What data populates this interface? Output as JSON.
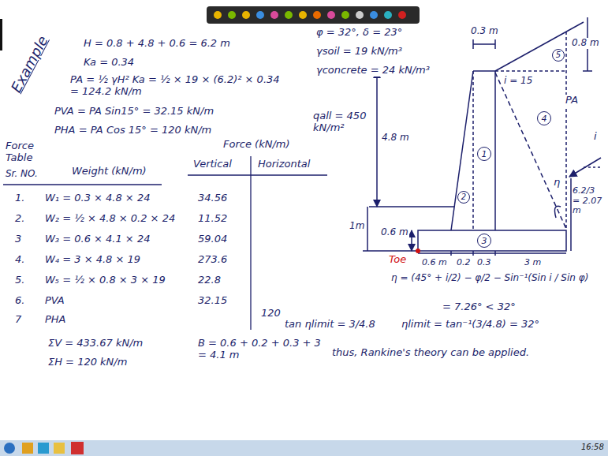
{
  "diagram": {
    "title": "Example",
    "nodes": [
      {
        "text": [
          "1"
        ]
      },
      {
        "text": [
          "2"
        ]
      },
      {
        "text": [
          "3"
        ]
      },
      {
        "text": [
          "4"
        ]
      },
      {
        "text": [
          "5"
        ]
      }
    ],
    "labels": [
      "H = 0.8 + 4.8 + 0.6 = 6.2 m",
      "Ka = 0.34",
      "PA = ½ γH² Ka = ½ × 19 × (6.2)² × 0.34 = 124.2 kN/m",
      "PVA = PA Sin15° = 32.15 kN/m",
      "PHA = PA Cos 15° = 120 kN/m",
      "Force Table",
      "Sr. NO.",
      "Weight (kN/m)",
      "Force (kN/m)",
      "Vertical",
      "Horizontal",
      "1.",
      "W₁ = 0.3 × 4.8 × 24",
      "34.56",
      "2.",
      "W₂ = ½ × 4.8 × 0.2 × 24",
      "11.52",
      "3",
      "W₃ = 0.6 × 4.1 × 24",
      "59.04",
      "4.",
      "W₄ = 3 × 4.8 × 19",
      "273.6",
      "5.",
      "W₅ = ½ × 0.8 × 3 × 19",
      "22.8",
      "6.",
      "PVA",
      "32.15",
      "7",
      "PHA",
      "120",
      "ΣV = 433.67 kN/m",
      "ΣH = 120 kN/m",
      "B = 0.6 + 0.2 + 0.3 + 3 = 4.1 m",
      "φ = 32°, δ = 23°",
      "γsoil = 19 kN/m³",
      "γconcrete = 24 kN/m³",
      "qall = 450 kN/m²",
      "0.3 m",
      "i = 15",
      "0.8 m",
      "PA",
      "i",
      "4.8 m",
      "6.2/3 = 2.07 m",
      "η",
      "1m",
      "0.6 m",
      "Toe",
      "0.6 m",
      "0.2",
      "0.3",
      "3 m",
      "η = (45° + i/2) − φ/2 − Sin⁻¹(Sin i / Sin φ)",
      "= 7.26° < 32°",
      "tan ηlimit = 3/4.8",
      "ηlimit = tan⁻¹(3/4.8) = 32°",
      "thus, Rankine's theory can be applied.",
      "16:58"
    ]
  }
}
